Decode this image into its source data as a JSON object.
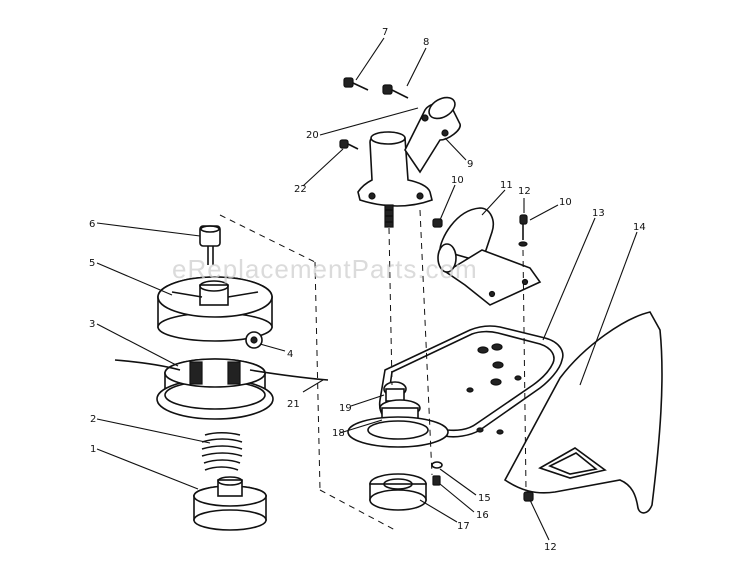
{
  "watermark": "eReplacementParts.com",
  "callouts": [
    {
      "id": "c1",
      "text": "1"
    },
    {
      "id": "c2",
      "text": "2"
    },
    {
      "id": "c3",
      "text": "3"
    },
    {
      "id": "c4",
      "text": "4"
    },
    {
      "id": "c5",
      "text": "5"
    },
    {
      "id": "c6",
      "text": "6"
    },
    {
      "id": "c7",
      "text": "7"
    },
    {
      "id": "c8",
      "text": "8"
    },
    {
      "id": "c9",
      "text": "9"
    },
    {
      "id": "c10a",
      "text": "10"
    },
    {
      "id": "c10b",
      "text": "10"
    },
    {
      "id": "c11",
      "text": "11"
    },
    {
      "id": "c12a",
      "text": "12"
    },
    {
      "id": "c12b",
      "text": "12"
    },
    {
      "id": "c13",
      "text": "13"
    },
    {
      "id": "c14",
      "text": "14"
    },
    {
      "id": "c15",
      "text": "15"
    },
    {
      "id": "c16",
      "text": "16"
    },
    {
      "id": "c17",
      "text": "17"
    },
    {
      "id": "c18",
      "text": "18"
    },
    {
      "id": "c19",
      "text": "19"
    },
    {
      "id": "c20",
      "text": "20"
    },
    {
      "id": "c21",
      "text": "21"
    },
    {
      "id": "c22",
      "text": "22"
    }
  ]
}
